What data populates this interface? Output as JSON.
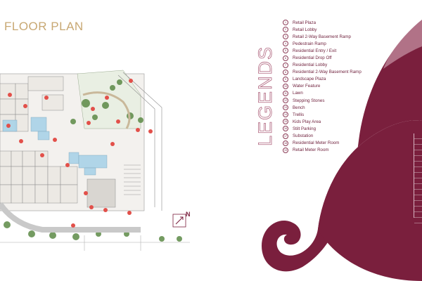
{
  "page": {
    "title": "FLOOR PLAN",
    "north_label": "N",
    "legends_heading": "LEGENDS"
  },
  "legend": [
    {
      "num": "1",
      "label": "Retail Plaza"
    },
    {
      "num": "2",
      "label": "Retail Lobby"
    },
    {
      "num": "3",
      "label": "Retail 2-Way Basement Ramp"
    },
    {
      "num": "4",
      "label": "Pedestrain Ramp"
    },
    {
      "num": "5",
      "label": "Residential Entry / Exit"
    },
    {
      "num": "6",
      "label": "Residential Drop Off"
    },
    {
      "num": "7",
      "label": "Residential Lobby"
    },
    {
      "num": "8",
      "label": "Residential 2-Way Basement Ramp"
    },
    {
      "num": "9",
      "label": "Landscape Plaza"
    },
    {
      "num": "10",
      "label": "Water Feature"
    },
    {
      "num": "11",
      "label": "Lawn"
    },
    {
      "num": "12",
      "label": "Stepping Stones"
    },
    {
      "num": "13",
      "label": "Bench"
    },
    {
      "num": "14",
      "label": "Trellis"
    },
    {
      "num": "15",
      "label": "Kids Play Area"
    },
    {
      "num": "16",
      "label": "Stilt Parking"
    },
    {
      "num": "17",
      "label": "Substation"
    },
    {
      "num": "18",
      "label": "Residential Meter Room"
    },
    {
      "num": "19",
      "label": "Retail Meter Room"
    }
  ],
  "colors": {
    "title_gold": "#c8a873",
    "maroon": "#7a1f3d",
    "maroon_light": "#e7c6d1",
    "plan_red": "#e2504a",
    "plan_green": "#5c8a46",
    "plan_blue": "#a9d3e8"
  }
}
